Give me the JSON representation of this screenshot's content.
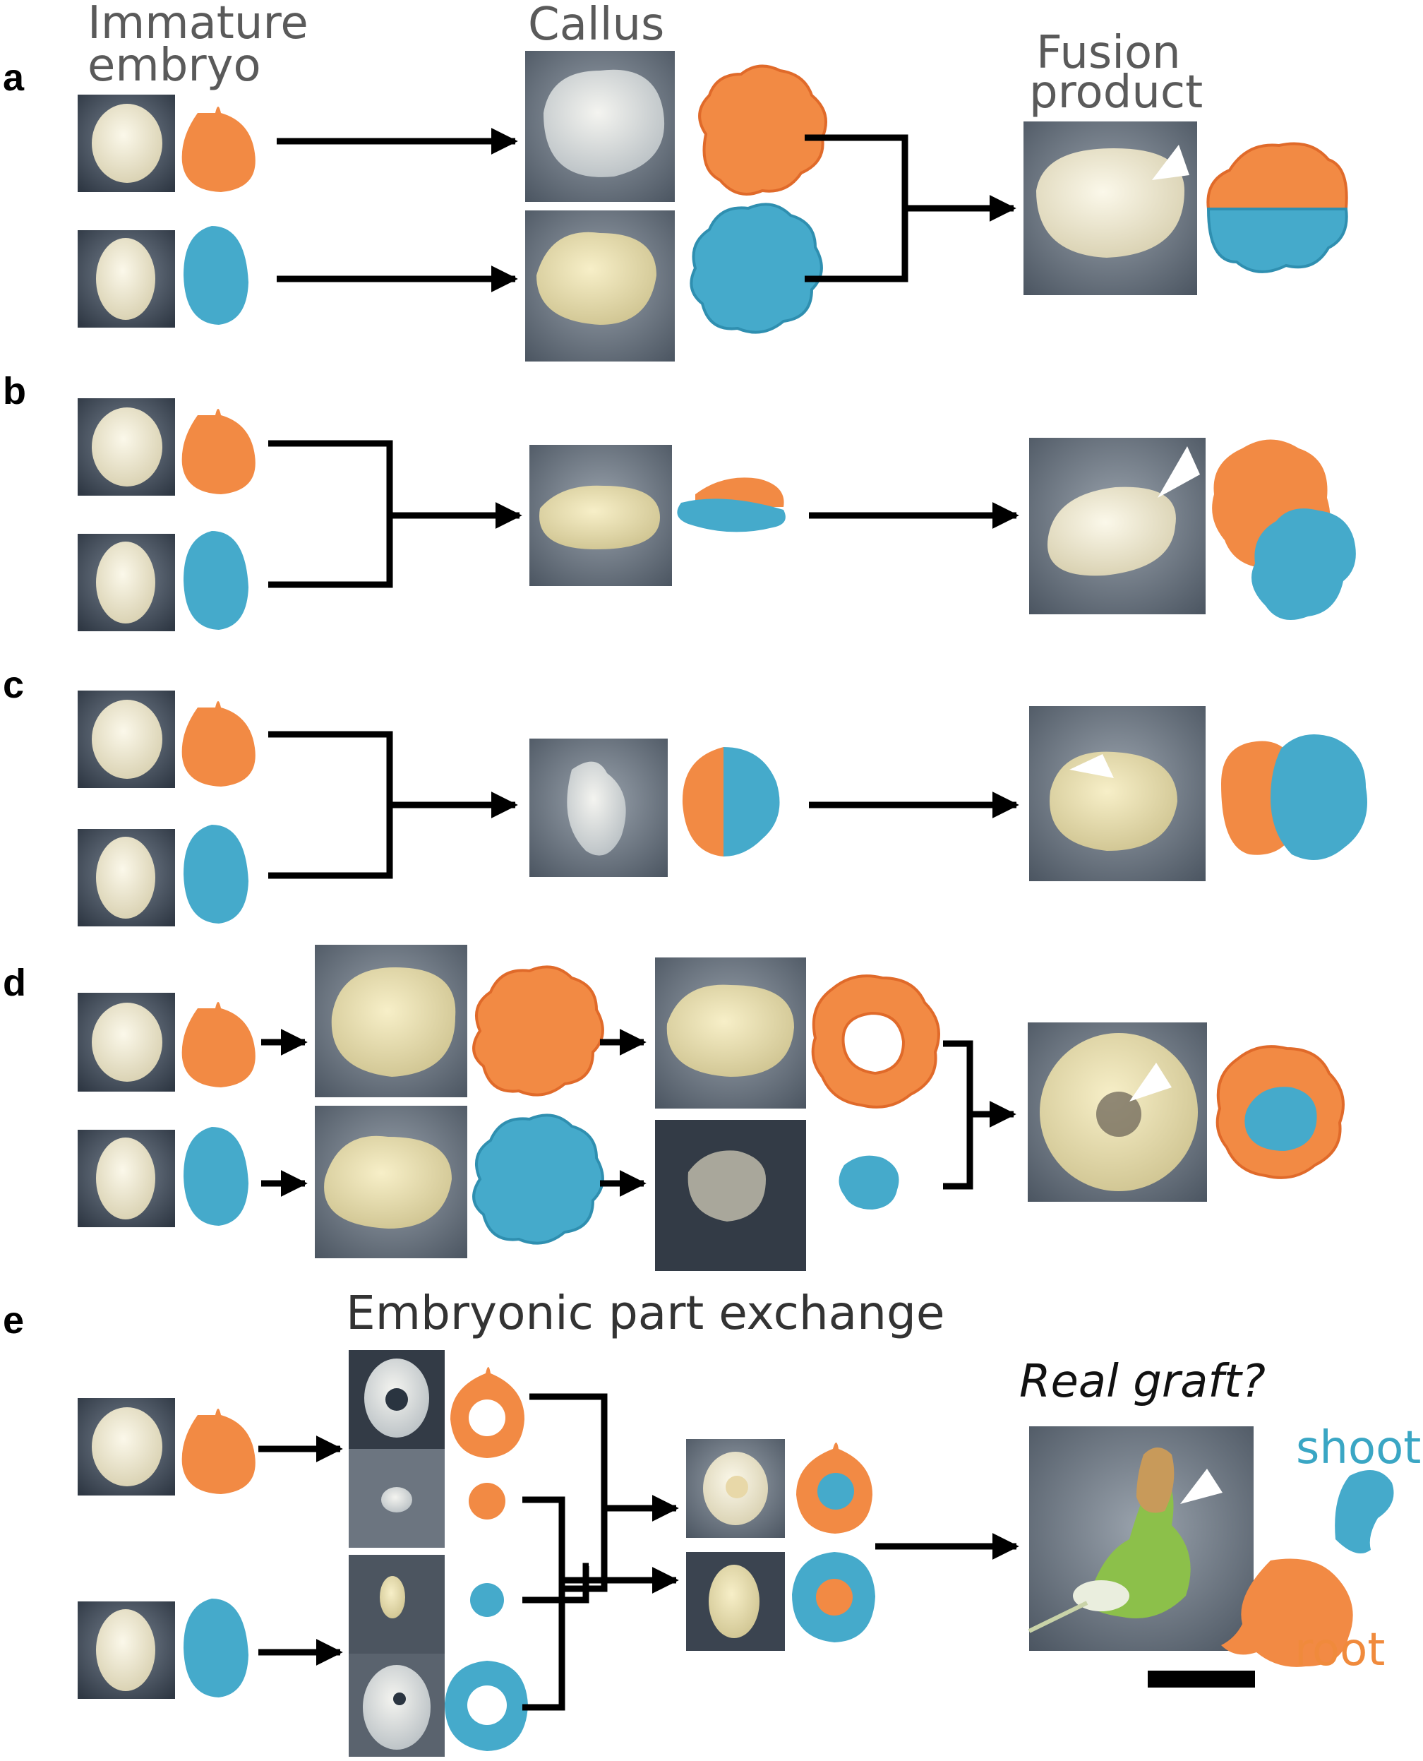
{
  "colors": {
    "orange": "#f28a44",
    "orange_dark": "#e06a2a",
    "blue": "#45aacb",
    "blue_dark": "#2f8fb0",
    "photo_bg": "#3a4350",
    "tissue": "#e9e4cf"
  },
  "headers": {
    "immature_line1": "Immature",
    "immature_line2": "embryo",
    "callus": "Callus",
    "fusion_line1": "Fusion",
    "fusion_line2": "product",
    "embryonic_exchange": "Embryonic part exchange",
    "real_graft": "Real graft?"
  },
  "panels": [
    "a",
    "b",
    "c",
    "d",
    "e"
  ],
  "legend": {
    "shoot": "shoot",
    "root": "root"
  },
  "icons": [
    "arrow-icon",
    "arrowhead-marker-icon",
    "scale-bar"
  ]
}
